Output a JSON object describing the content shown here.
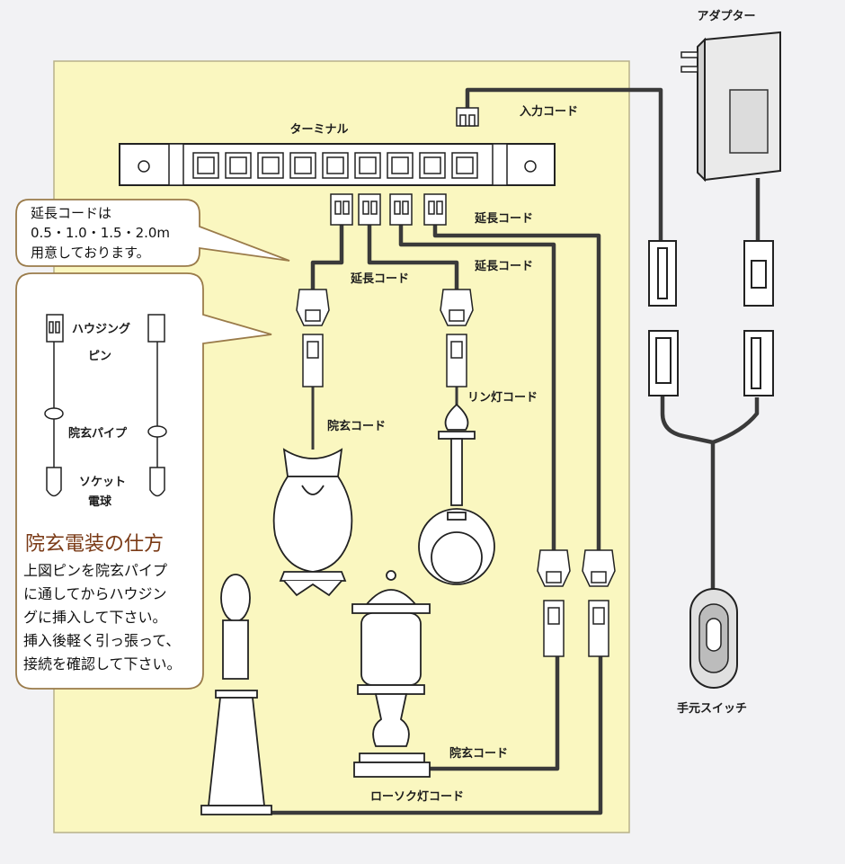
{
  "colors": {
    "panel": "#faf7c0",
    "panel_border": "#b8b18a",
    "cord": "#3a3a3a",
    "callout_border": "#9a7b4a",
    "title": "#7a3a16"
  },
  "labels": {
    "adapter": "アダプター",
    "input_cord": "入力コード",
    "terminal": "ターミナル",
    "ext_cord_1": "延長コード",
    "ext_cord_2": "延長コード",
    "ext_cord_3": "延長コード",
    "ingen_cord_top": "院玄コード",
    "rin_cord": "リン灯コード",
    "ingen_cord_bottom": "院玄コード",
    "candle_cord": "ローソク灯コード",
    "hand_switch": "手元スイッチ"
  },
  "callout_ext": {
    "line1": "延長コードは",
    "line2": "0.5・1.0・1.5・2.0m",
    "line3": "用意しております。"
  },
  "legend": {
    "housing": "ハウジング",
    "pin": "ピン",
    "pipe": "院玄パイプ",
    "socket": "ソケット",
    "bulb": "電球"
  },
  "instructions": {
    "title": "院玄電装の仕方",
    "lines": [
      "上図ピンを院玄パイプ",
      "に通してからハウジン",
      "グに挿入して下さい。",
      "挿入後軽く引っ張って、",
      "接続を確認して下さい。"
    ]
  }
}
